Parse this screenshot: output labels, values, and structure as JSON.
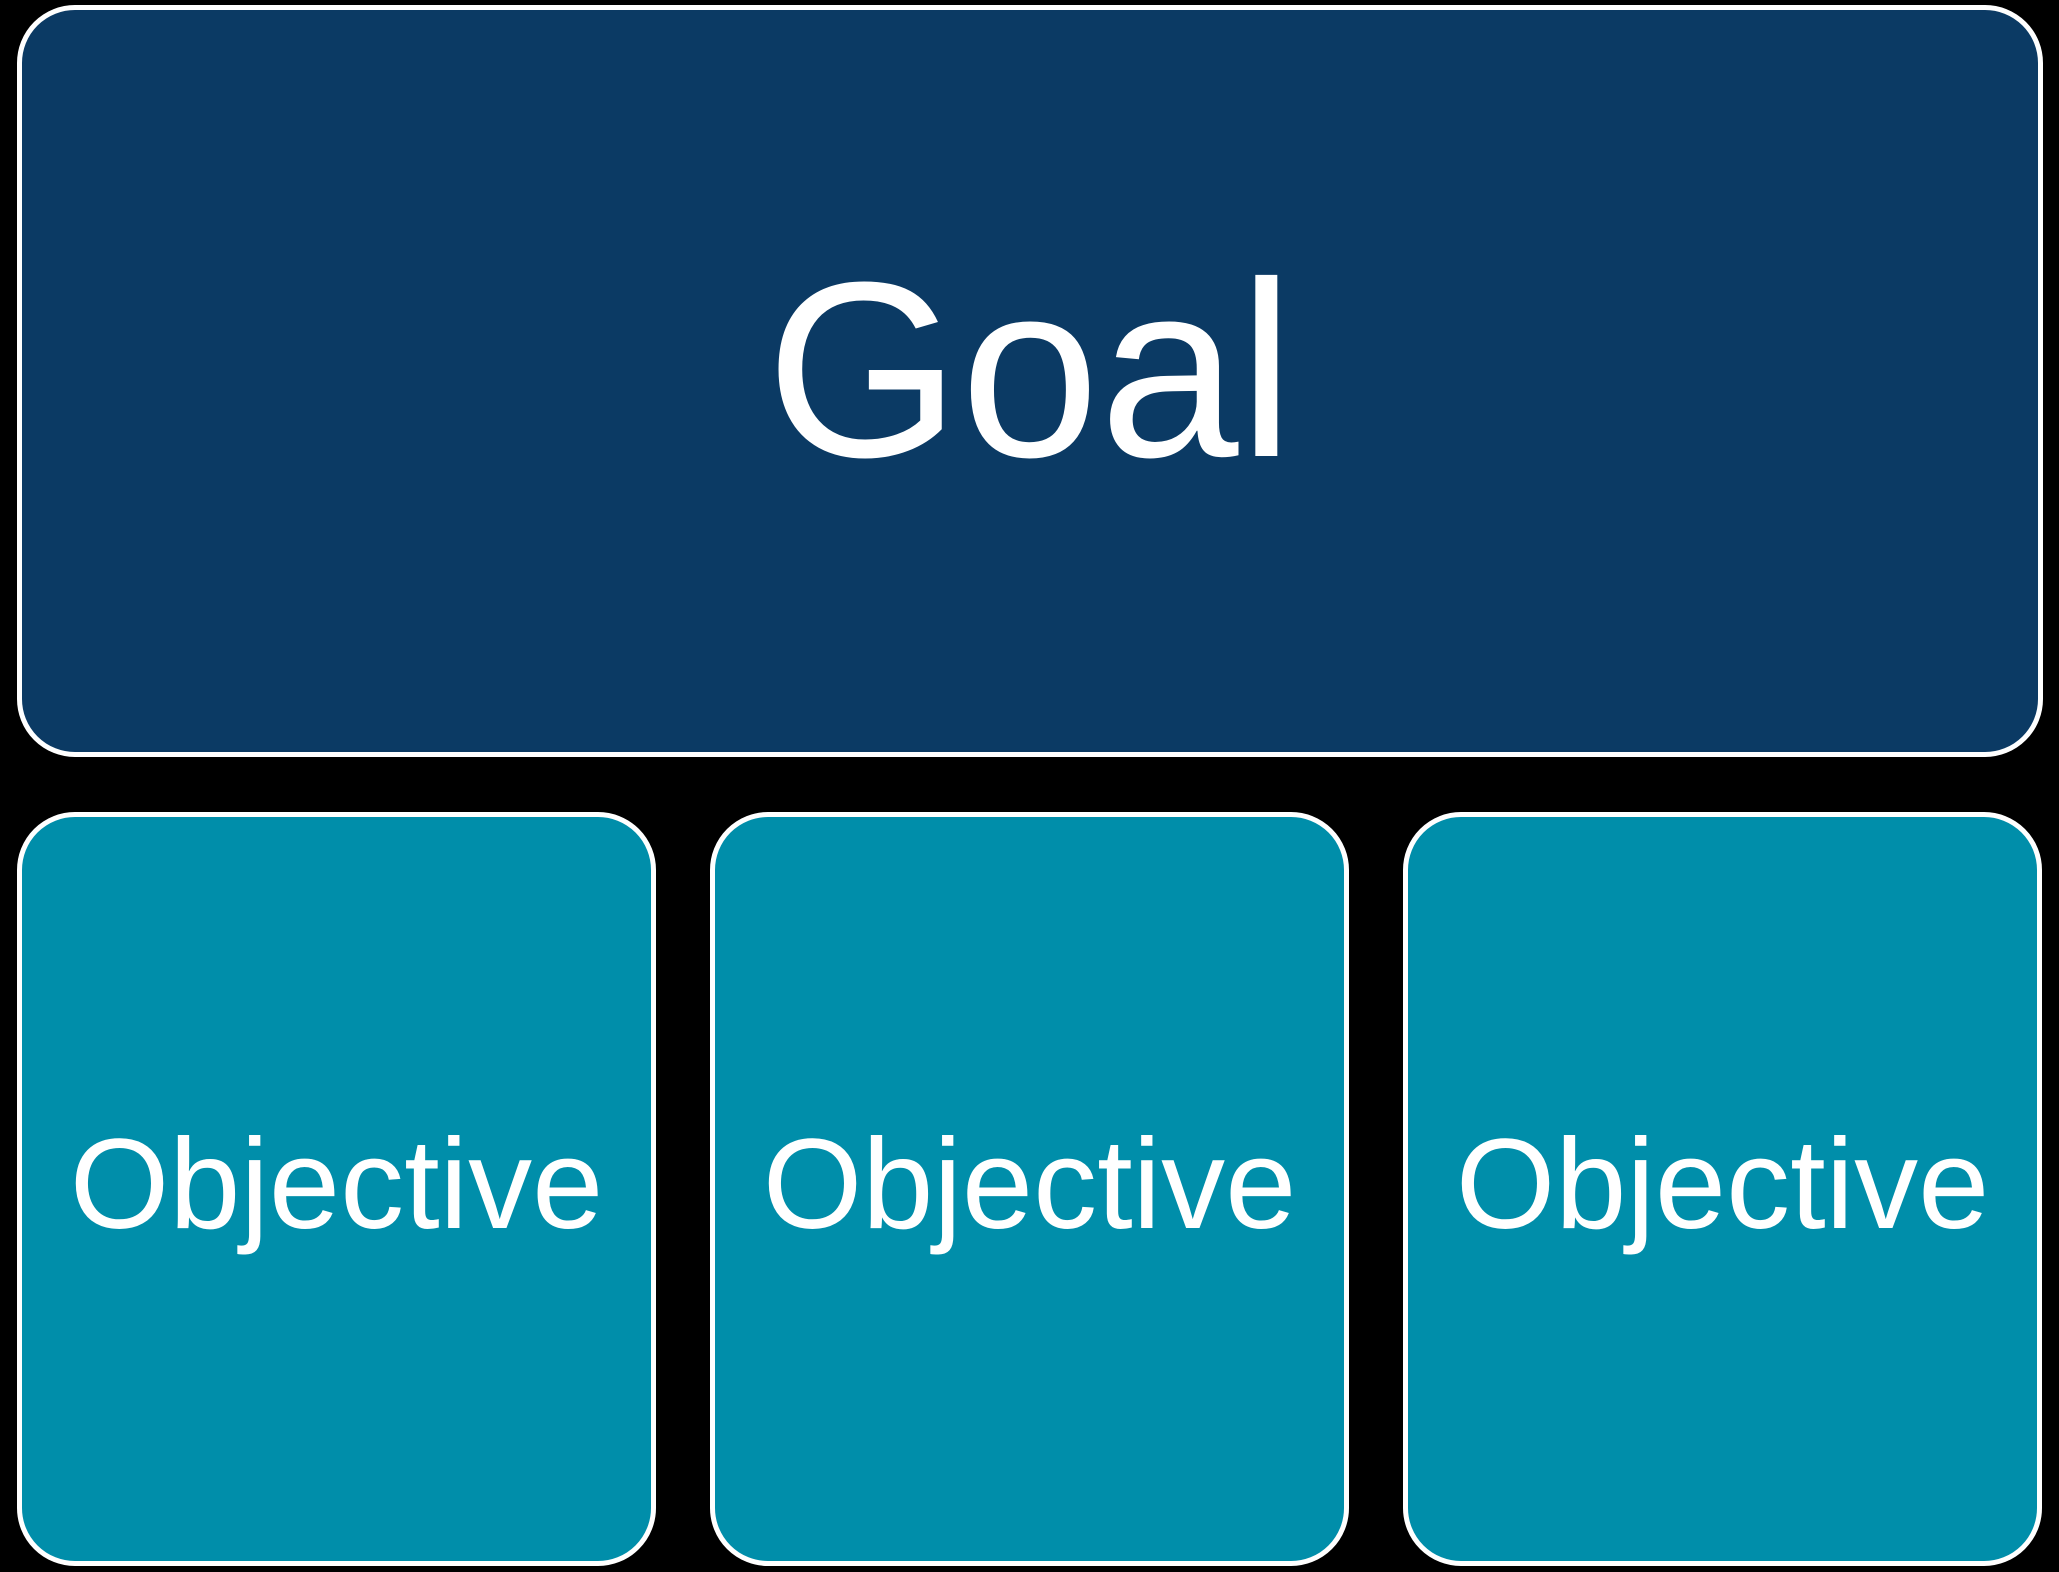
{
  "diagram": {
    "type": "hierarchy",
    "goal": {
      "label": "Goal"
    },
    "objectives": [
      {
        "label": "Objective"
      },
      {
        "label": "Objective"
      },
      {
        "label": "Objective"
      }
    ],
    "colors": {
      "background": "#000000",
      "goal_fill": "#0b3a64",
      "objective_fill": "#008eaa",
      "border": "#ffffff",
      "text": "#ffffff"
    }
  }
}
